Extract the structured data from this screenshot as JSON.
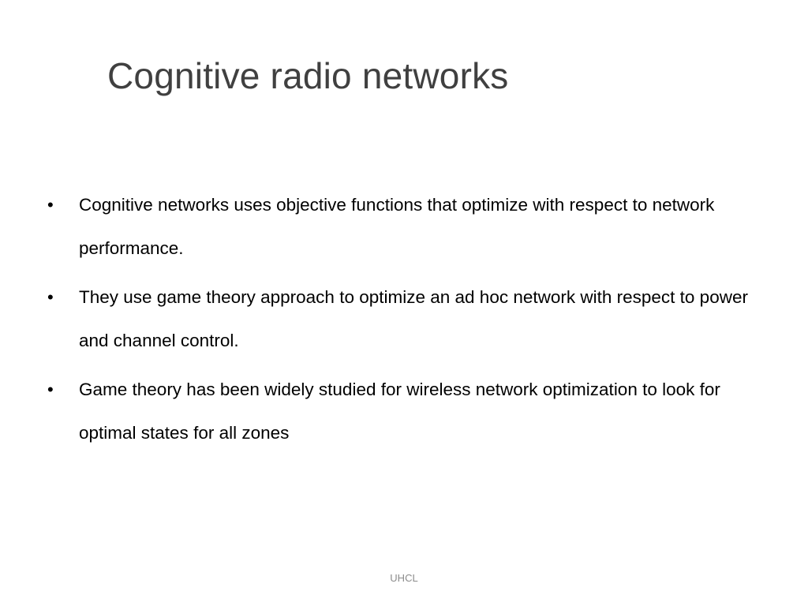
{
  "slide": {
    "title": "Cognitive radio networks",
    "bullet_glyph": "•",
    "bullets": [
      "Cognitive networks uses objective functions that optimize with respect to network performance.",
      "They use game theory approach to optimize an ad hoc network with respect to power and channel control.",
      "Game theory has been widely studied for wireless network optimization to look for optimal states for all zones"
    ],
    "footer": "UHCL"
  }
}
